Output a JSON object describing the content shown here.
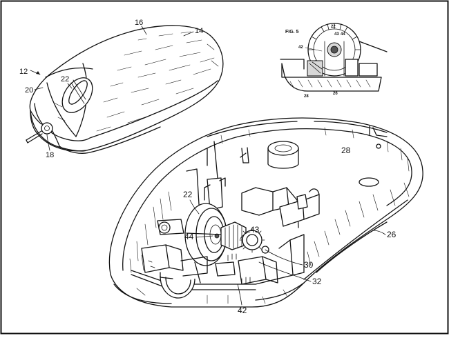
{
  "figure_label": "FIG. 5",
  "refs": {
    "r12": "12",
    "r14": "14",
    "r16": "16",
    "r18": "18",
    "r20": "20",
    "r22_mouse": "22",
    "r22_open": "22",
    "r26": "26",
    "r28": "28",
    "r30": "30",
    "r32": "32",
    "r42": "42",
    "r43": "43",
    "r44": "44"
  },
  "fig5_refs": {
    "r22": "22",
    "r42": "42",
    "r43": "43",
    "r44": "44",
    "r28": "28",
    "r26": "26"
  }
}
